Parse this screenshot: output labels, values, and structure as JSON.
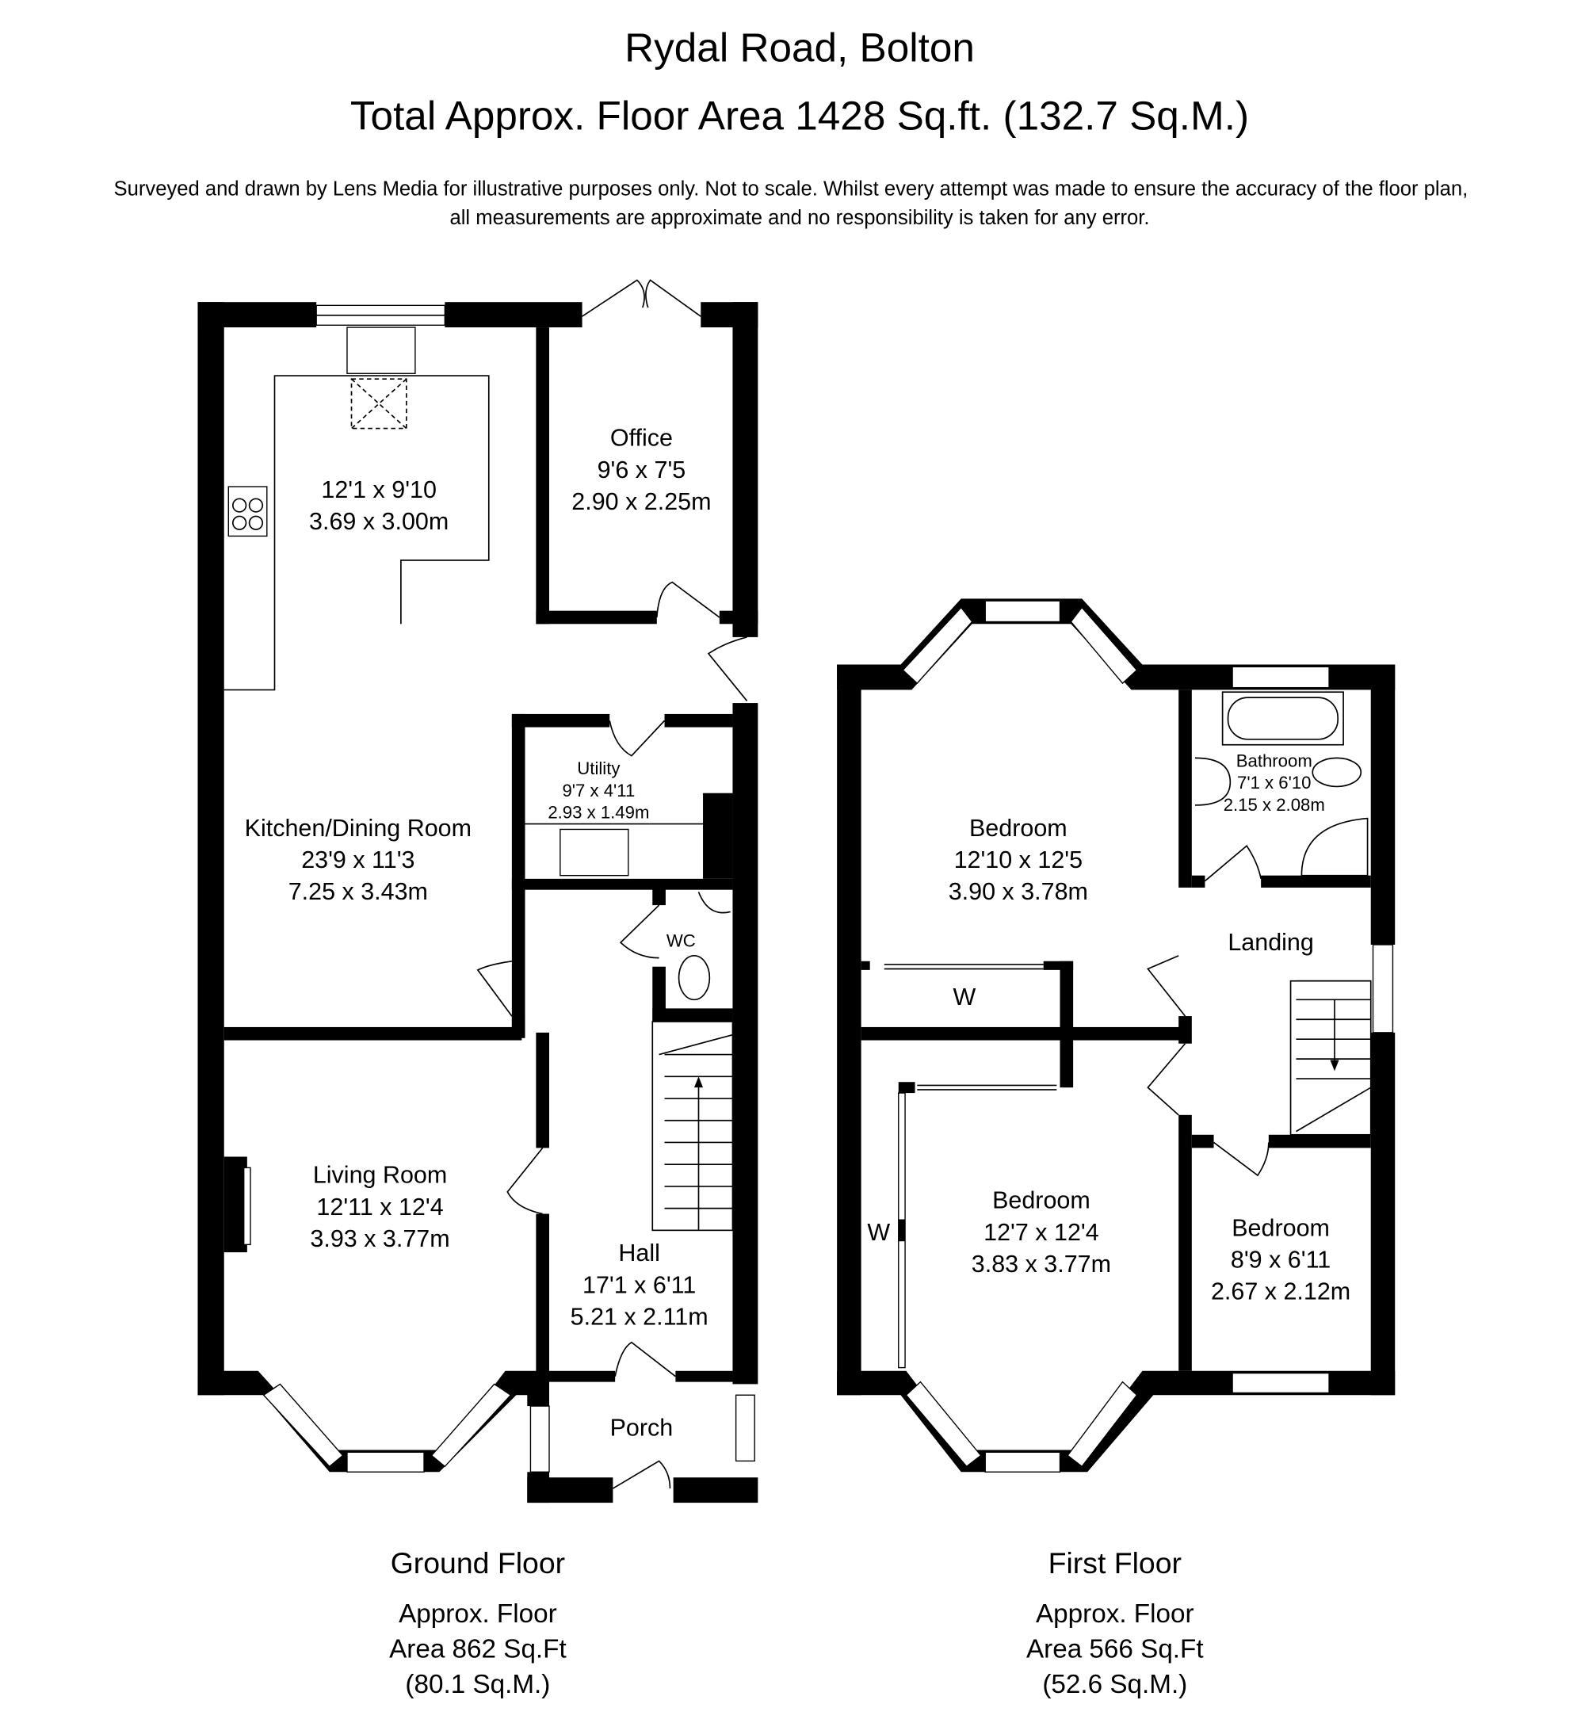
{
  "header": {
    "title": "Rydal Road, Bolton",
    "total_area": "Total Approx. Floor Area 1428 Sq.ft. (132.7 Sq.M.)",
    "disclaimer_line1": "Surveyed and drawn by Lens Media for illustrative purposes only. Not to scale. Whilst every attempt was made to ensure the accuracy of the floor plan,",
    "disclaimer_line2": "all measurements are approximate and no responsibility is taken for any error."
  },
  "ground_floor": {
    "label": "Ground Floor",
    "area_line1": "Approx. Floor",
    "area_line2": "Area 862 Sq.Ft",
    "area_line3": "(80.1 Sq.M.)",
    "rooms": {
      "kitchen_top": {
        "imperial": "12'1 x 9'10",
        "metric": "3.69 x 3.00m"
      },
      "office": {
        "name": "Office",
        "imperial": "9'6 x 7'5",
        "metric": "2.90 x 2.25m"
      },
      "utility": {
        "name": "Utility",
        "imperial": "9'7 x 4'11",
        "metric": "2.93 x 1.49m"
      },
      "kitchen_dining": {
        "name": "Kitchen/Dining Room",
        "imperial": "23'9 x 11'3",
        "metric": "7.25 x 3.43m"
      },
      "wc": {
        "name": "WC"
      },
      "living": {
        "name": "Living Room",
        "imperial": "12'11 x 12'4",
        "metric": "3.93 x 3.77m"
      },
      "hall": {
        "name": "Hall",
        "imperial": "17'1 x 6'11",
        "metric": "5.21 x 2.11m"
      },
      "porch": {
        "name": "Porch"
      }
    }
  },
  "first_floor": {
    "label": "First Floor",
    "area_line1": "Approx. Floor",
    "area_line2": "Area 566 Sq.Ft",
    "area_line3": "(52.6 Sq.M.)",
    "rooms": {
      "bedroom1": {
        "name": "Bedroom",
        "imperial": "12'10 x 12'5",
        "metric": "3.90 x 3.78m"
      },
      "bathroom": {
        "name": "Bathroom",
        "imperial": "7'1 x 6'10",
        "metric": "2.15 x 2.08m"
      },
      "landing": {
        "name": "Landing"
      },
      "wardrobe1": {
        "name": "W"
      },
      "wardrobe2": {
        "name": "W"
      },
      "bedroom2": {
        "name": "Bedroom",
        "imperial": "12'7 x 12'4",
        "metric": "3.83 x 3.77m"
      },
      "bedroom3": {
        "name": "Bedroom",
        "imperial": "8'9 x 6'11",
        "metric": "2.67 x 2.12m"
      }
    }
  }
}
